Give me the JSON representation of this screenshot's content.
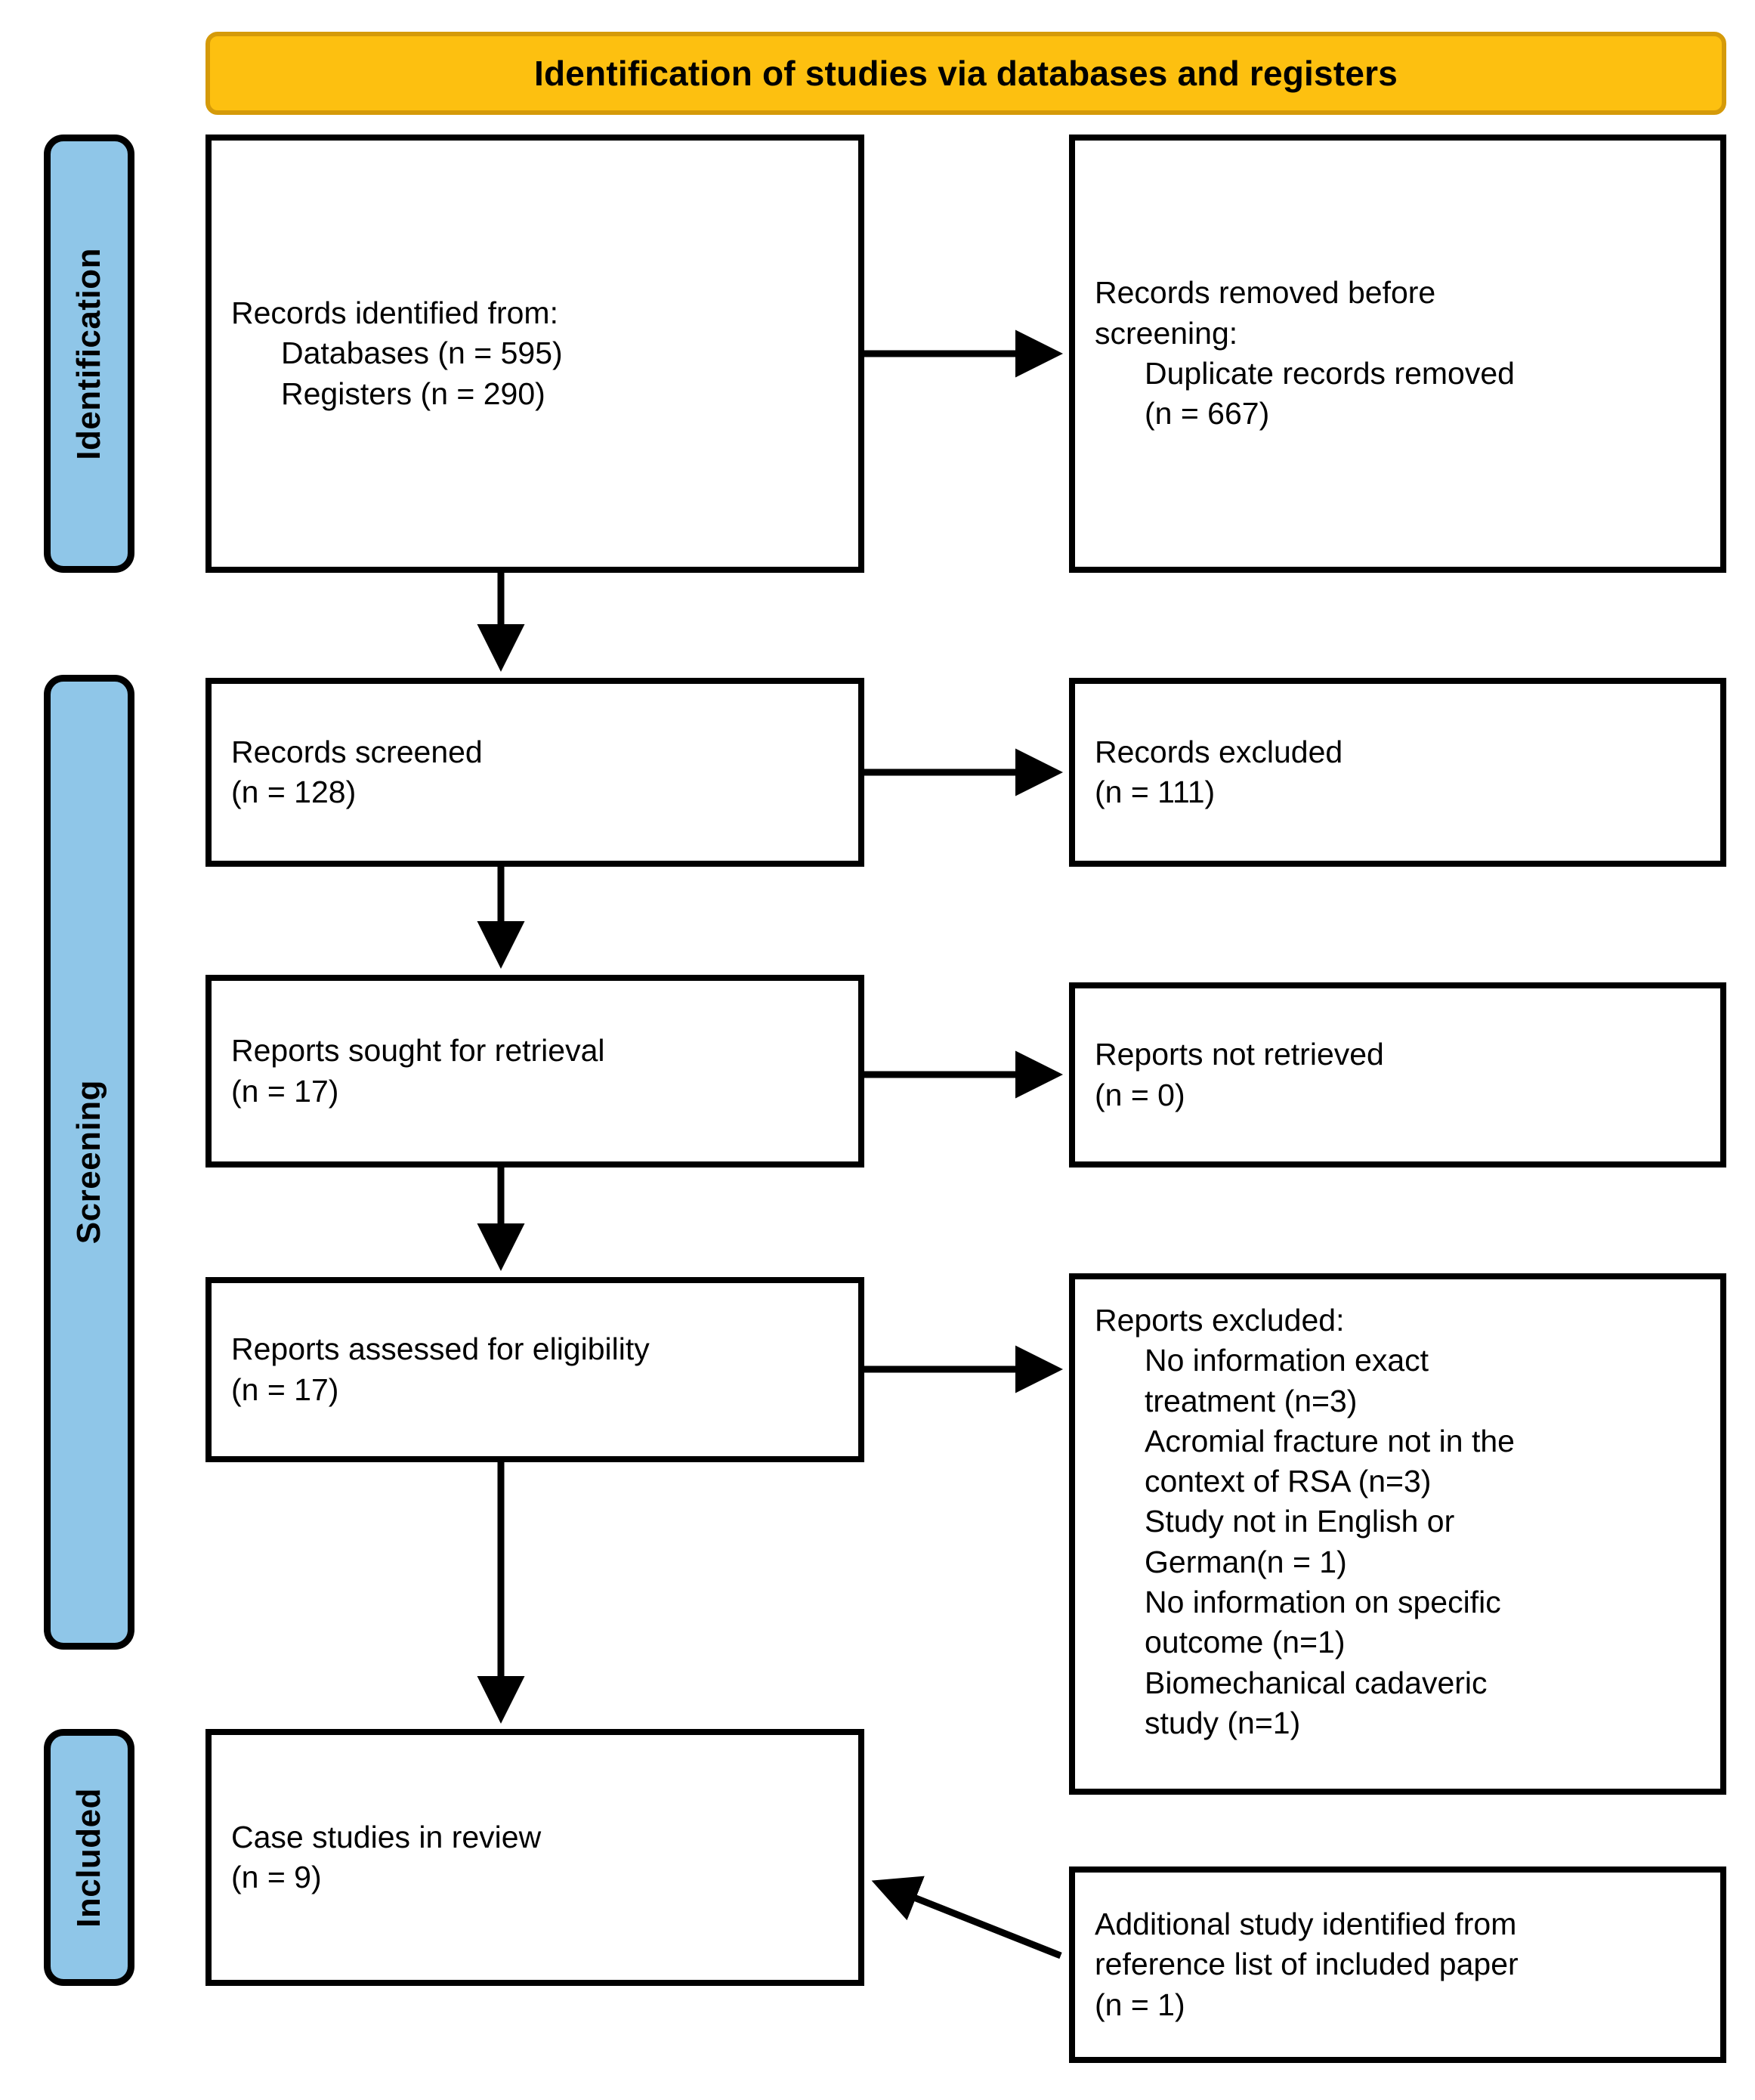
{
  "banner": {
    "title": "Identification of studies via databases and registers"
  },
  "stages": [
    {
      "key": "identification",
      "label": "Identification"
    },
    {
      "key": "screening",
      "label": "Screening"
    },
    {
      "key": "included",
      "label": "Included"
    }
  ],
  "boxes": {
    "records_identified": {
      "l1": "Records identified from:",
      "l2": "Databases (n = 595)",
      "l3": "Registers (n = 290)"
    },
    "records_removed": {
      "l1": "Records removed ",
      "l1_em": "before",
      "l2_em": "screening",
      "l2_tail": ":",
      "l3": "Duplicate records removed",
      "l4": "(n = 667)"
    },
    "records_screened": {
      "l1": "Records screened",
      "l2": "(n = 128)"
    },
    "records_excluded": {
      "l1": "Records excluded",
      "l2": "(n = 111)"
    },
    "reports_sought": {
      "l1": "Reports sought for retrieval",
      "l2": "(n = 17)"
    },
    "reports_not_retrieved": {
      "l1": "Reports not retrieved",
      "l2": "(n = 0)"
    },
    "reports_assessed": {
      "l1": "Reports assessed for eligibility",
      "l2": "(n = 17)"
    },
    "reports_excluded": {
      "heading": "Reports excluded:",
      "reasons": [
        "No information exact",
        "treatment (n=3)",
        "Acromial fracture not in the",
        "context of RSA (n=3)",
        "Study not in English or",
        "German(n = 1)",
        "No information on specific",
        "outcome (n=1)",
        "Biomechanical cadaveric",
        "study (n=1)"
      ]
    },
    "case_studies": {
      "l1": "Case studies in review",
      "l2": "(n = 9)"
    },
    "additional_study": {
      "l1": "Additional study identified from",
      "l2": "reference list of included paper",
      "l3": "(n = 1)"
    }
  },
  "colors": {
    "banner_fill": "#FDC010",
    "banner_border": "#D59A09",
    "stage_fill": "#8FC6E8",
    "outline": "#000000",
    "background": "#FFFFFF"
  },
  "connectors": [
    {
      "name": "identified-to-removed",
      "type": "horizontal-arrow"
    },
    {
      "name": "identified-to-screened",
      "type": "vertical-arrow"
    },
    {
      "name": "screened-to-excluded",
      "type": "horizontal-arrow"
    },
    {
      "name": "screened-to-sought",
      "type": "vertical-arrow"
    },
    {
      "name": "sought-to-notretrieved",
      "type": "horizontal-arrow"
    },
    {
      "name": "sought-to-assessed",
      "type": "vertical-arrow"
    },
    {
      "name": "assessed-to-excluded",
      "type": "horizontal-arrow"
    },
    {
      "name": "assessed-to-case",
      "type": "vertical-arrow"
    },
    {
      "name": "additional-to-case",
      "type": "diagonal-arrow"
    }
  ]
}
